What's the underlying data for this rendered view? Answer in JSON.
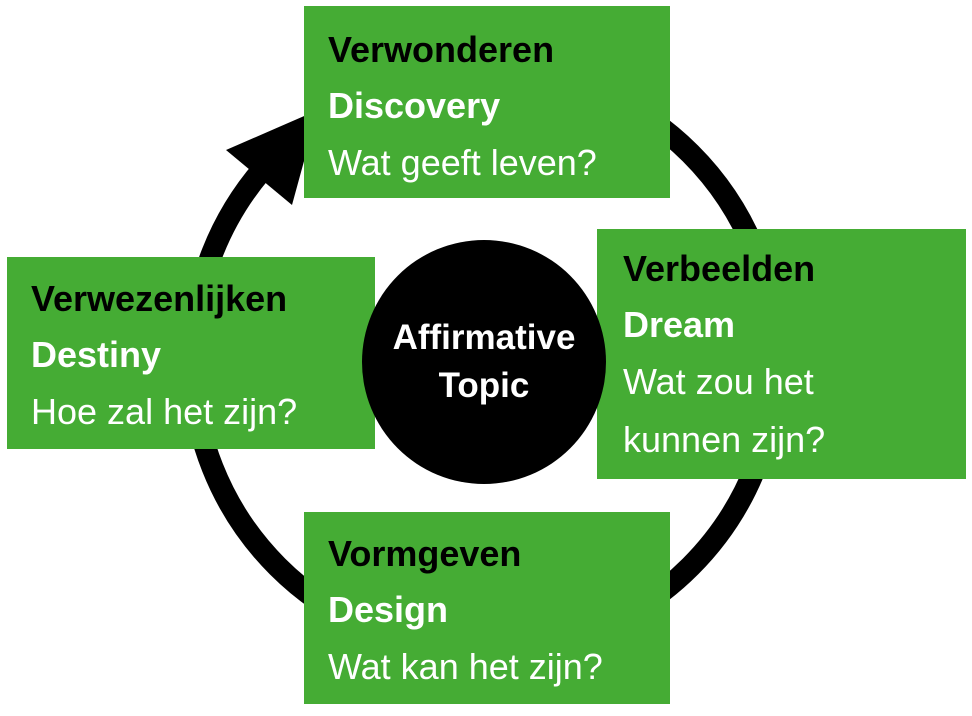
{
  "colors": {
    "box_fill": "#45ac34",
    "ring": "#000000",
    "center_fill": "#000000",
    "heading_text": "#000000",
    "body_text": "#ffffff",
    "center_text": "#ffffff"
  },
  "center": {
    "line1": "Affirmative",
    "line2": "Topic"
  },
  "phases": {
    "discovery": {
      "dutch": "Verwonderen",
      "english": "Discovery",
      "question": "Wat geeft leven?"
    },
    "dream": {
      "dutch": "Verbeelden",
      "english": "Dream",
      "question_line1": "Wat zou het",
      "question_line2": "kunnen zijn?"
    },
    "design": {
      "dutch": "Vormgeven",
      "english": "Design",
      "question": "Wat kan het zijn?"
    },
    "destiny": {
      "dutch": "Verwezenlijken",
      "english": "Destiny",
      "question": "Hoe zal het zijn?"
    }
  }
}
